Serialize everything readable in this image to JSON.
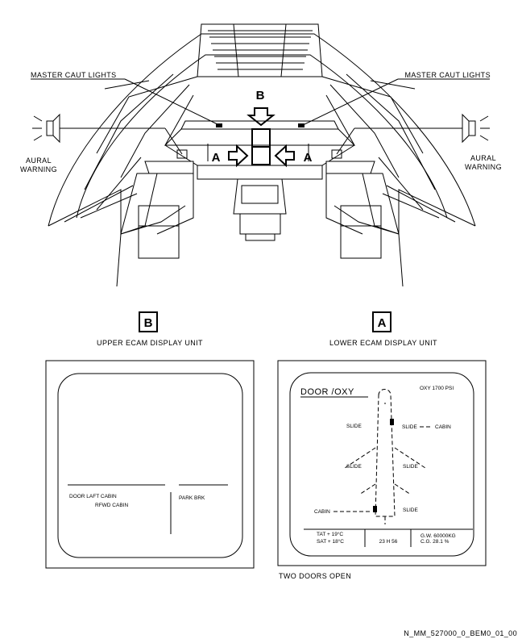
{
  "cockpit": {
    "master_caut_left": "MASTER CAUT LIGHTS",
    "master_caut_right": "MASTER CAUT LIGHTS",
    "aural_left_1": "AURAL",
    "aural_left_2": "WARNING",
    "aural_right_1": "AURAL",
    "aural_right_2": "WARNING",
    "label_b": "B",
    "label_a_left": "A",
    "label_a_right": "A"
  },
  "legend": {
    "b_box": "B",
    "b_caption": "UPPER ECAM DISPLAY UNIT",
    "a_box": "A",
    "a_caption": "LOWER ECAM DISPLAY UNIT"
  },
  "upper_ecam": {
    "line1": "DOOR LAFT CABIN",
    "line2": "RFWD CABIN",
    "park_brk": "PARK BRK"
  },
  "lower_ecam": {
    "title": "DOOR /OXY",
    "oxy": "OXY 1700 PSI",
    "slide_l1": "SLIDE",
    "slide_r1": "SLIDE",
    "cabin_r1": "CABIN",
    "slide_l2": "SLIDE",
    "slide_r2": "SLIDE",
    "cabin_l3": "CABIN",
    "slide_r3": "SLIDE",
    "tat": "TAT + 19°C",
    "sat": "SAT + 18°C",
    "time": "23 H 56",
    "gw": "G.W. 60000KG",
    "cg": "C.G. 28.1    %"
  },
  "caption_two_doors": "TWO DOORS OPEN",
  "ref_code": "N_MM_527000_0_BEM0_01_00"
}
